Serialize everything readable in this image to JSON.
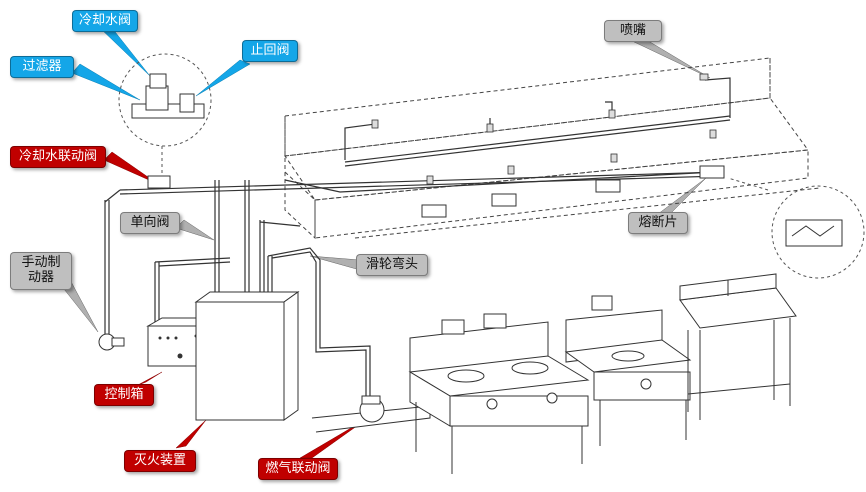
{
  "labels": {
    "cooling_water_valve": "冷却水阀",
    "filter": "过滤器",
    "check_valve_stop": "止回阀",
    "nozzle": "喷嘴",
    "cooling_water_linkage_valve": "冷却水联动阀",
    "one_way_valve": "单向阀",
    "manual_actuator": "手动制\n动器",
    "pulley_elbow": "滑轮弯头",
    "fusible_link": "熔断片",
    "control_box": "控制箱",
    "fire_suppression_unit": "灭火装置",
    "gas_linkage_valve": "燃气联动阀"
  },
  "colors": {
    "blue_callout": "#14a6e8",
    "gray_callout": "#bfbfbf",
    "red_callout": "#c00000",
    "line_art": "#333333"
  }
}
